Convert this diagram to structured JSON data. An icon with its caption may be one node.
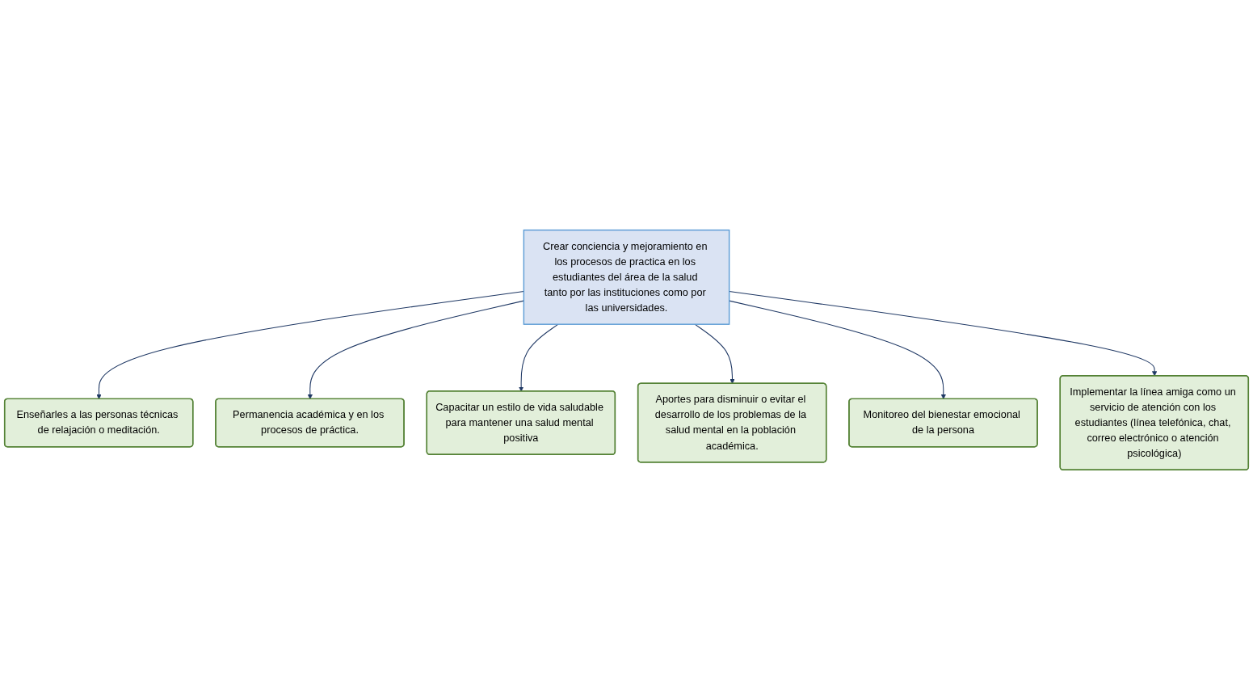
{
  "diagram": {
    "nodes": [
      {
        "text": [
          "Enseñarles a las personas técnicas de relajación o meditación."
        ]
      },
      {
        "text": [
          "Permanencia académica y en los procesos de práctica."
        ]
      },
      {
        "text": [
          "Capacitar un estilo de vida saludable para mantener una salud mental positiva"
        ]
      },
      {
        "text": [
          "Crear conciencia y mejoramiento en los procesos de practica en los estudiantes del área de la salud tanto por las instituciones como por las universidades."
        ]
      },
      {
        "text": [
          "Aportes para disminuir o evitar el desarrollo de los problemas de la salud mental en la población académica."
        ]
      },
      {
        "text": [
          "Monitoreo del bienestar emocional de la persona"
        ]
      },
      {
        "text": [
          "Implementar la línea amiga como un servicio de atención con los estudiantes (línea telefónica, chat, correo electrónico o atención psicológica)"
        ]
      }
    ],
    "edges": [
      {
        "from": 3,
        "to": 0,
        "arrow": "to"
      },
      {
        "from": 3,
        "to": 1,
        "arrow": "to"
      },
      {
        "from": 3,
        "to": 2,
        "arrow": "to"
      },
      {
        "from": 3,
        "to": 4,
        "arrow": "to"
      },
      {
        "from": 3,
        "to": 5,
        "arrow": "to"
      },
      {
        "from": 3,
        "to": 6,
        "arrow": "to"
      }
    ]
  }
}
